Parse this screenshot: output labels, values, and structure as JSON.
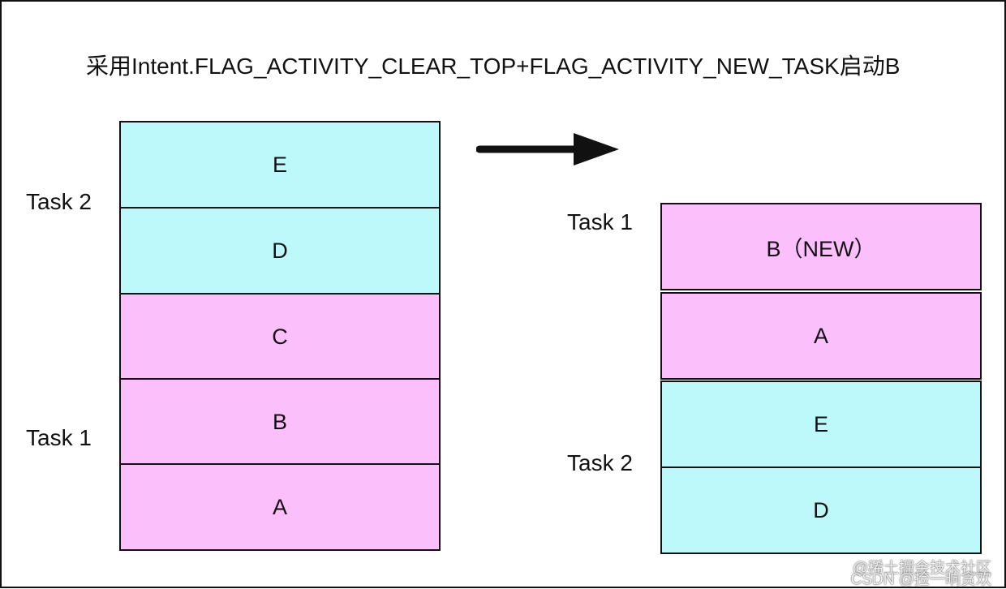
{
  "title": "采用Intent.FLAG_ACTIVITY_CLEAR_TOP+FLAG_ACTIVITY_NEW_TASK启动B",
  "colors": {
    "task1_fill": "#fbbffb",
    "task2_fill": "#bdf9fb",
    "border": "#111111"
  },
  "left_stack": {
    "task2_label": "Task 2",
    "task1_label": "Task 1",
    "cells": [
      "E",
      "D",
      "C",
      "B",
      "A"
    ]
  },
  "arrow": {
    "icon": "right-arrow-icon"
  },
  "right_stack": {
    "task1_label": "Task 1",
    "task2_label": "Task 2",
    "cells": [
      "B（NEW）",
      "A",
      "E",
      "D"
    ]
  },
  "watermark": {
    "line1": "@稀土掘金技术社区",
    "line2": "CSDN @捡一晌贪欢"
  }
}
